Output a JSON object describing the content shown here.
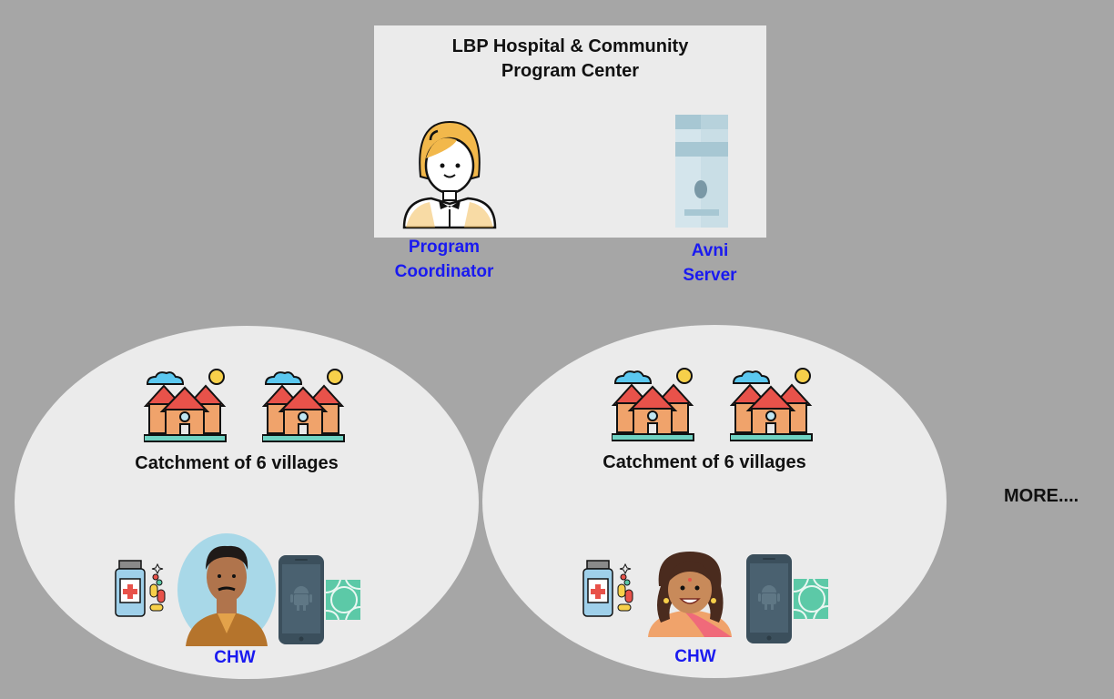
{
  "center": {
    "title_line1": "LBP Hospital & Community",
    "title_line2": "Program Center",
    "coordinator_label_line1": "Program",
    "coordinator_label_line2": "Coordinator",
    "server_label_line1": "Avni",
    "server_label_line2": "Server"
  },
  "clusters": [
    {
      "catchment_label": "Catchment of 6 villages",
      "chw_label": "CHW"
    },
    {
      "catchment_label": "Catchment of 6 villages",
      "chw_label": "CHW"
    }
  ],
  "more_label": "MORE....",
  "colors": {
    "background": "#a6a6a6",
    "panel": "#ebebeb",
    "label_blue": "#1a1af0",
    "roof_red": "#e8524a",
    "house_wall": "#f0a36b",
    "cloud": "#5bc8f0",
    "sun": "#f7d04a",
    "phone": "#3b4f5c",
    "teal": "#5cc9a7"
  },
  "icons": [
    "coordinator-icon",
    "server-icon",
    "village-houses-icon",
    "medicine-icon",
    "chw-male-avatar-icon",
    "chw-female-avatar-icon",
    "android-phone-icon",
    "pattern-tile-icon"
  ]
}
